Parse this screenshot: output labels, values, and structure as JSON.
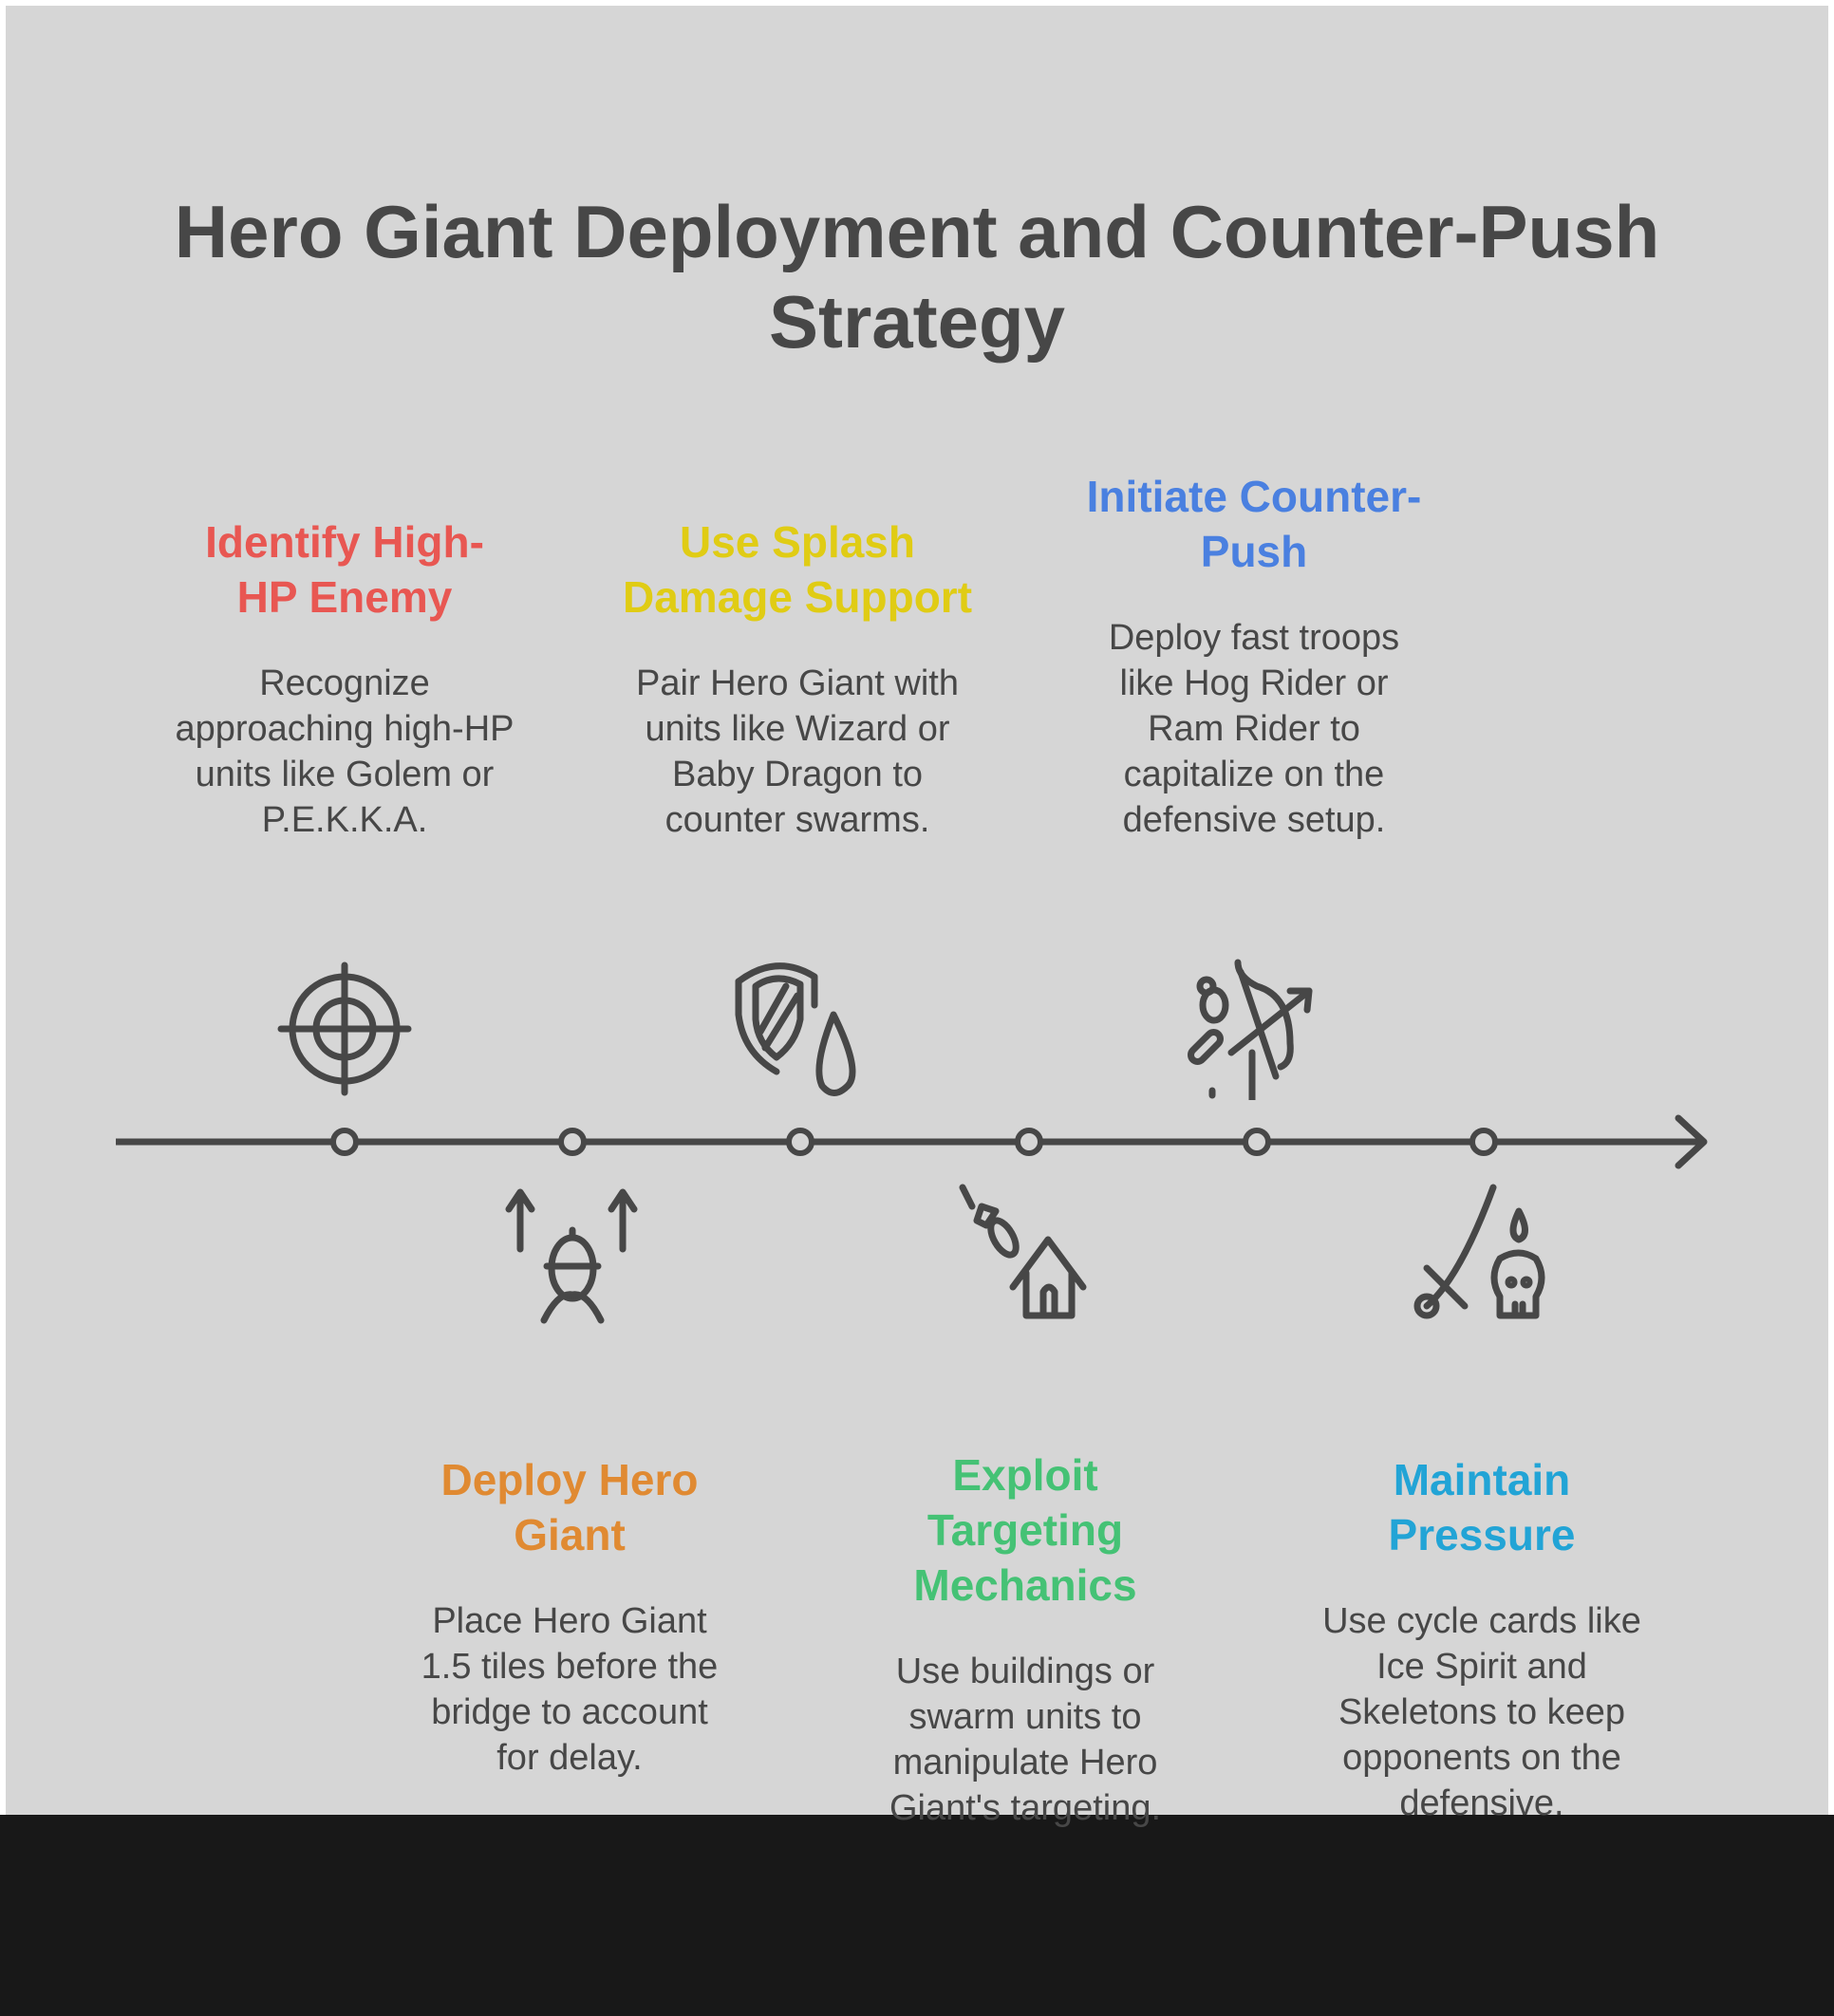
{
  "title": "Hero Giant Deployment and Counter-Push Strategy",
  "steps": [
    {
      "heading": "Identify High-HP Enemy",
      "body": "Recognize approaching high-HP units like Golem or P.E.K.K.A.",
      "color": "#e85752",
      "icon": "crosshair-icon"
    },
    {
      "heading": "Deploy Hero Giant",
      "body": "Place Hero Giant 1.5 tiles before the bridge to account for delay.",
      "color": "#e08a32",
      "icon": "giant-deploy-icon"
    },
    {
      "heading": "Use Splash Damage Support",
      "body": "Pair Hero Giant with units like Wizard or Baby Dragon to counter swarms.",
      "color": "#e0cc14",
      "icon": "shield-drop-icon"
    },
    {
      "heading": "Exploit Targeting Mechanics",
      "body": "Use buildings or swarm units to manipulate Hero Giant's targeting.",
      "color": "#45c275",
      "icon": "house-target-icon"
    },
    {
      "heading": "Initiate Counter-Push",
      "body": "Deploy fast troops like Hog Rider or Ram Rider to capitalize on the defensive setup.",
      "color": "#4a80e0",
      "icon": "bow-arrow-icon"
    },
    {
      "heading": "Maintain Pressure",
      "body": "Use cycle cards like Ice Spirit and Skeletons to keep opponents on the defensive.",
      "color": "#22a4d6",
      "icon": "sword-skull-icon"
    }
  ],
  "line_color": "#474747"
}
